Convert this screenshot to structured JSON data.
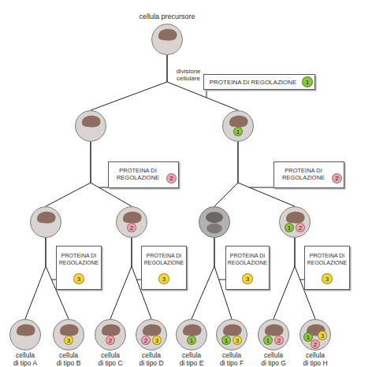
{
  "diagram": {
    "nodes": [
      {
        "text": [
          "cellula precursore"
        ]
      },
      {
        "text": [
          "PROTEINA DI REGOLAZIONE"
        ]
      },
      {
        "text": [
          "1"
        ],
        "in": 1
      },
      {
        "text": []
      },
      {
        "text": []
      },
      {
        "text": [
          "1"
        ],
        "in": 4
      },
      {
        "text": [
          "PROTEINA DI REGOLAZIONE"
        ]
      },
      {
        "text": [
          "2"
        ],
        "in": 6
      },
      {
        "text": [
          "PROTEINA DI REGOLAZIONE"
        ]
      },
      {
        "text": [
          "2"
        ],
        "in": 8
      },
      {
        "text": []
      },
      {
        "text": []
      },
      {
        "text": [
          "2"
        ],
        "in": 11
      },
      {
        "text": []
      },
      {
        "text": []
      },
      {
        "text": [
          "1"
        ],
        "in": 14
      },
      {
        "text": [
          "2"
        ],
        "in": 14
      },
      {
        "text": [
          "PROTEINA DI REGOLAZIONE"
        ]
      },
      {
        "text": [
          "3"
        ],
        "in": 17
      },
      {
        "text": [
          "PROTEINA DI REGOLAZIONE"
        ]
      },
      {
        "text": [
          "3"
        ],
        "in": 19
      },
      {
        "text": [
          "PROTEINA DI REGOLAZIONE"
        ]
      },
      {
        "text": [
          "3"
        ],
        "in": 21
      },
      {
        "text": [
          "PROTEINA DI REGOLAZIONE"
        ]
      },
      {
        "text": [
          "3"
        ],
        "in": 23
      },
      {
        "text": [
          "cellula di tipo A"
        ]
      },
      {
        "text": [
          "cellula di tipo B"
        ]
      },
      {
        "text": [
          "3"
        ],
        "in": 26
      },
      {
        "text": [
          "cellula di tipo C"
        ]
      },
      {
        "text": [
          "2"
        ],
        "in": 28
      },
      {
        "text": [
          "cellula di tipo D"
        ]
      },
      {
        "text": [
          "2"
        ],
        "in": 30
      },
      {
        "text": [
          "3"
        ],
        "in": 30
      },
      {
        "text": [
          "cellula di tipo E"
        ]
      },
      {
        "text": [
          "1"
        ],
        "in": 33
      },
      {
        "text": [
          "cellula di tipo F"
        ]
      },
      {
        "text": [
          "1"
        ],
        "in": 35
      },
      {
        "text": [
          "3"
        ],
        "in": 35
      },
      {
        "text": [
          "cellula di tipo G"
        ]
      },
      {
        "text": [
          "1"
        ],
        "in": 38
      },
      {
        "text": [
          "2"
        ],
        "in": 38
      },
      {
        "text": [
          "cellula di tipo H"
        ]
      },
      {
        "text": [
          "1"
        ],
        "in": 41
      },
      {
        "text": [
          "2"
        ],
        "in": 41
      },
      {
        "text": [
          "3"
        ],
        "in": 41
      }
    ],
    "edges": [
      {
        "from": 0,
        "to": 3,
        "arrow": "none"
      },
      {
        "from": 0,
        "to": 4,
        "arrow": "none"
      },
      {
        "from": 3,
        "to": 10,
        "arrow": "none"
      },
      {
        "from": 3,
        "to": 11,
        "arrow": "none"
      },
      {
        "from": 4,
        "to": 13,
        "arrow": "none"
      },
      {
        "from": 4,
        "to": 14,
        "arrow": "none"
      },
      {
        "from": 10,
        "to": 25,
        "arrow": "none"
      },
      {
        "from": 10,
        "to": 26,
        "arrow": "none"
      },
      {
        "from": 11,
        "to": 28,
        "arrow": "none"
      },
      {
        "from": 11,
        "to": 30,
        "arrow": "none"
      },
      {
        "from": 13,
        "to": 33,
        "arrow": "none"
      },
      {
        "from": 13,
        "to": 35,
        "arrow": "none"
      },
      {
        "from": 14,
        "to": 38,
        "arrow": "none"
      },
      {
        "from": 14,
        "to": 41,
        "arrow": "none"
      }
    ],
    "labels": [
      "divisione cellulare"
    ]
  }
}
